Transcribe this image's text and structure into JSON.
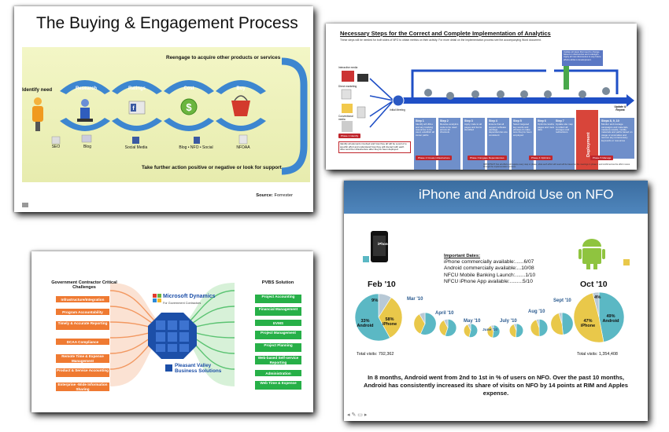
{
  "buying": {
    "title": "The Buying & Engagement Process",
    "reengage": "Reengage to acquire other products or services",
    "identify": "Identify need",
    "stages": [
      "Research",
      "Ratings",
      "Cost",
      "Buy"
    ],
    "sublabels": [
      "SEO",
      "Blog",
      "Social Media",
      "Blog • NFO • Social",
      "NFOAA"
    ],
    "further": "Take further action positive or negative or look for support",
    "source_label": "Source:",
    "source_value": "Forrester",
    "colors": {
      "band": "#e9edb0",
      "arrow": "#3d86d0",
      "coin": "#6bb53f",
      "basket": "#d33a2c"
    }
  },
  "analytics": {
    "title": "Necessary Steps for the Correct and Complete Implementation of Analytics",
    "intro": "These steps will be needed for both sides of NFO to obtain metrics on their activity. For more detail on the implementation process see the accompanying Word document.",
    "left_labels": [
      "Interactive media",
      "Direct marketing",
      "Conventional media"
    ],
    "initial": "Initial Meeting",
    "steps": [
      {
        "title": "Step 1",
        "text": "Identify all URLs and any tracking resources to be used, establish all owner paths"
      },
      {
        "title": "Step 2",
        "text": "Receive analytics code to be used across all channels"
      },
      {
        "title": "Step 3",
        "text": "Apply code to all pages and items identified"
      },
      {
        "title": "Step 4",
        "text": "Ensure that all support software package dependencies are consistent"
      },
      {
        "title": "Step 5",
        "text": "Select targeted key words and phrases & make sure they've been employed"
      },
      {
        "title": "Step 6",
        "text": "Optimize landing pages and meta data"
      },
      {
        "title": "Step 7",
        "text": "Update site map to reflect all changes and redirections"
      },
      {
        "title": "Steps 8, 9, 10",
        "text": "Monitor and manage campaigns and materials, measure results, modify materials and paths based on usage or anomalies and remove any unnecessary keywords or resources"
      }
    ],
    "deployment": "Deployment",
    "update_note": "Update all steps that need to change based on discoveries and redesigns. Apply all new discoveries to any future efforts while in development.",
    "update_repeat": "Update & Repeat",
    "phases": [
      "Phase 1  Identify",
      "Phase 2  Create infrastructure",
      "Phase 3  Engage Dependencies",
      "Phase 4  Optimize",
      "Phase 5  Manage"
    ],
    "identify_note": "Identify all elements involved and how they all will be a part of a specific effort and understand how they will interact with each other and the infrastructure after they've been deployed",
    "important": "IMPORTANT: Not all efforts will require every step or phase, what each effort will need will be based on the meetings in phase 1 and confirmed as the effort moves through the implementation process",
    "colors": {
      "step": "#6f8fca",
      "arrow": "#1f4fc6",
      "phase": "#c0262c",
      "deploy": "#d8453a"
    }
  },
  "pvbs": {
    "left_title": "Government Contractor Critical Challenges",
    "left_items": [
      "Infrastructure/Integration",
      "Program Accountability",
      "Timely & Accurate Reporting",
      "DCAA Compliance",
      "Remote Time & Expense Management",
      "Product & Service Accounting",
      "Enterprise -Wide Information Sharing"
    ],
    "center_brand": "Microsoft Dynamics",
    "center_sub": "For Government Contractors",
    "company": "Pleasant Valley Business Solutions",
    "right_title": "PVBS Solution",
    "right_items": [
      "Project Accounting",
      "Financial Management",
      "EVMS",
      "Project Management",
      "Project Planning",
      "Web-based Self-service Reporting",
      "Administration",
      "Web Time & Expense"
    ],
    "colors": {
      "left": "#ef7a32",
      "right": "#27b048",
      "globe": "#1c4fa8"
    }
  },
  "nfo": {
    "title": "iPhone and Android Use on NFO",
    "important_title": "Important Dates:",
    "dates": [
      "iPhone commercially available:......6/07",
      "Android commercially available:...10/08",
      "NFCU Mobile Banking Launch:.......1/10",
      "NFCU iPhone App available:.........5/10"
    ],
    "start_month": "Feb '10",
    "end_month": "Oct '10",
    "months": [
      "Mar '10",
      "April '10",
      "May '10",
      "June '10",
      "July '10",
      "Aug '10",
      "Sept '10"
    ],
    "start_labels": {
      "other": "9%",
      "android": "33% Android",
      "iphone": "58% iPhone"
    },
    "end_labels": {
      "other": "4%",
      "android": "49% Android",
      "iphone": "47% iPhone"
    },
    "iphone_label": "iPhone",
    "total_start": "Total visits: 792,362",
    "total_end": "Total visits: 1,354,408",
    "summary": "In 8 months, Android went from 2nd to 1st in % of users on NFO. Over the past 10 months, Android has consistently increased its share of visits on NFO by 14 points at RIM and Apples expense.",
    "colors": {
      "iphone": "#5bb8c4",
      "android": "#e9c84a",
      "other": "#b8c9d6",
      "header": "#3f77ad"
    }
  },
  "chart_data": {
    "type": "pie",
    "title": "iPhone and Android Use on NFO",
    "pies": [
      {
        "label": "Feb '10",
        "slices": [
          {
            "name": "iPhone",
            "value": 58
          },
          {
            "name": "Android",
            "value": 33
          },
          {
            "name": "Other",
            "value": 9
          }
        ],
        "total_visits": 792362
      },
      {
        "label": "Oct '10",
        "slices": [
          {
            "name": "iPhone",
            "value": 47
          },
          {
            "name": "Android",
            "value": 49
          },
          {
            "name": "Other",
            "value": 4
          }
        ],
        "total_visits": 1354408
      }
    ]
  }
}
